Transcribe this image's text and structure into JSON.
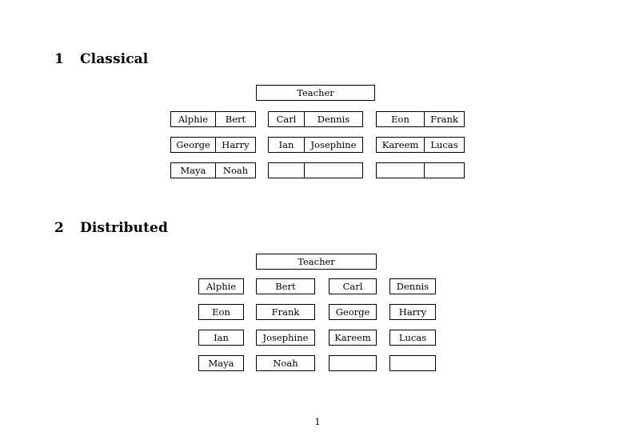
{
  "document": {
    "page_number": "1"
  },
  "sections": [
    {
      "number": "1",
      "title": "Classical",
      "teacher": {
        "label": "Teacher"
      },
      "groups": [
        {
          "rows": [
            {
              "cells": [
                "Alphie",
                "Bert"
              ]
            },
            {
              "cells": [
                "George",
                "Harry"
              ]
            },
            {
              "cells": [
                "Maya",
                "Noah"
              ]
            }
          ]
        },
        {
          "rows": [
            {
              "cells": [
                "Carl",
                "Dennis"
              ]
            },
            {
              "cells": [
                "Ian",
                "Josephine"
              ]
            },
            {
              "cells": [
                "",
                ""
              ]
            }
          ]
        },
        {
          "rows": [
            {
              "cells": [
                "Eon",
                "Frank"
              ]
            },
            {
              "cells": [
                "Kareem",
                "Lucas"
              ]
            },
            {
              "cells": [
                "",
                ""
              ]
            }
          ]
        }
      ]
    },
    {
      "number": "2",
      "title": "Distributed",
      "teacher": {
        "label": "Teacher"
      },
      "rows": [
        {
          "cells": [
            "Alphie",
            "Bert",
            "Carl",
            "Dennis"
          ]
        },
        {
          "cells": [
            "Eon",
            "Frank",
            "George",
            "Harry"
          ]
        },
        {
          "cells": [
            "Ian",
            "Josephine",
            "Kareem",
            "Lucas"
          ]
        },
        {
          "cells": [
            "Maya",
            "Noah",
            "",
            ""
          ]
        }
      ]
    }
  ]
}
